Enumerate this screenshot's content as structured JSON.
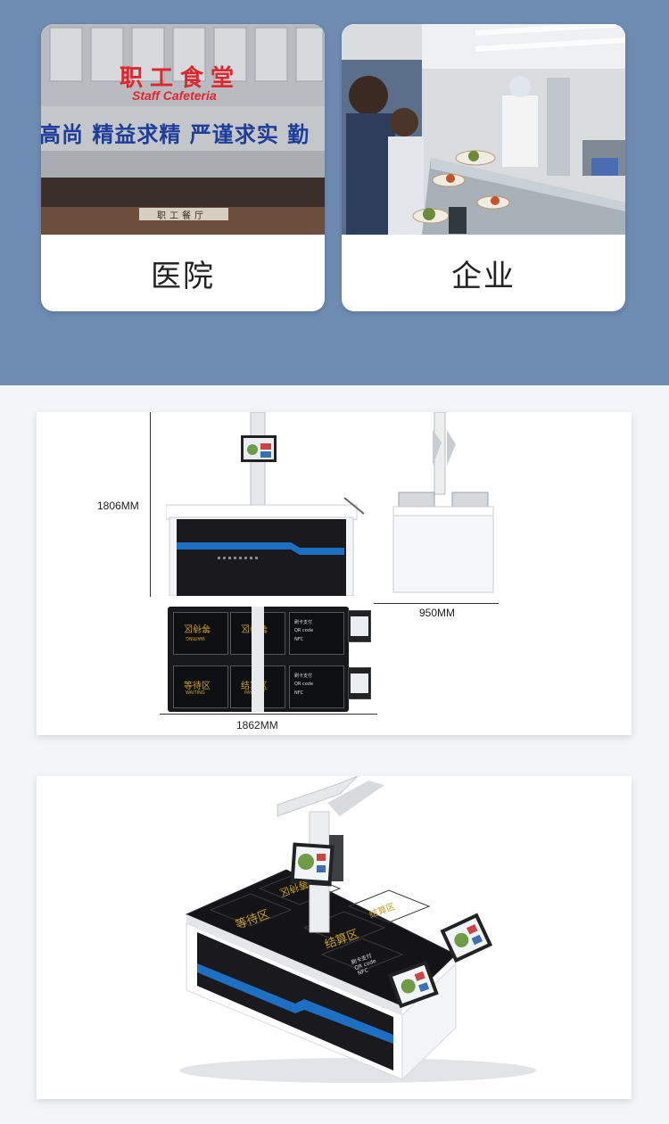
{
  "scenarios": [
    {
      "caption": "医院",
      "photo_sign_cn": "职工食堂",
      "photo_sign_en": "Staff Cafeteria",
      "photo_slogan": "高尚 精益求精 严谨求实 勤",
      "photo_lower_sign": "职工餐厅"
    },
    {
      "caption": "企业"
    }
  ],
  "drawing": {
    "height_label": "1806MM",
    "depth_label": "950MM",
    "length_label": "1862MM",
    "zones": [
      "等待区",
      "等待区",
      "等待区",
      "结算区"
    ],
    "zone_sub": [
      "WAITING",
      "WAITING",
      "WAITING",
      "PAYMENT"
    ],
    "pay_lines": [
      "刷卡支付",
      "QR code",
      "NFC"
    ]
  },
  "render": {
    "zones": [
      "等待区",
      "等待区",
      "结算区",
      "结算区"
    ],
    "pay_lines": [
      "刷卡支付",
      "QR code",
      "NFC"
    ]
  },
  "colors": {
    "band": "#6e8bb2",
    "stripe_blue": "#1d6fc4",
    "counter_black": "#1a1a1c",
    "gold": "#c9a227"
  }
}
